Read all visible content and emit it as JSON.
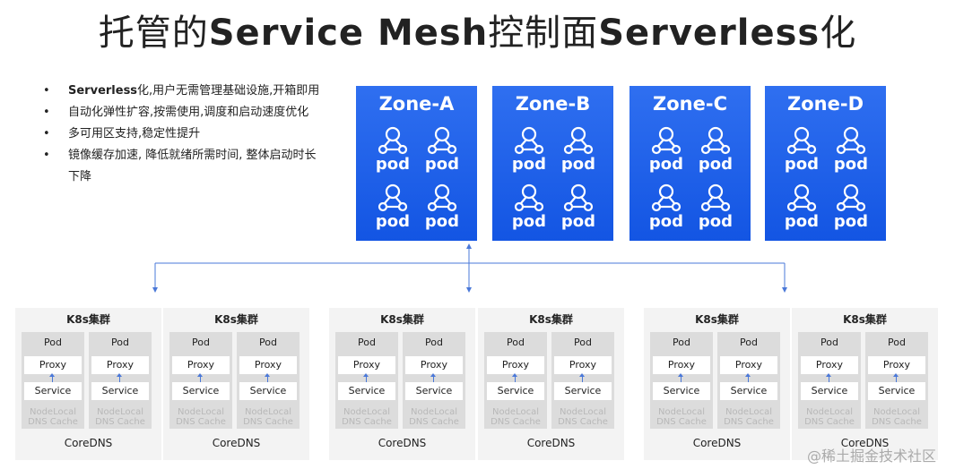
{
  "title": {
    "part1": "托管的",
    "part2": "Service Mesh",
    "part3": "控制面",
    "part4": "Serverless",
    "part5": "化"
  },
  "bullets": [
    {
      "bold": "Serverless",
      "text": "化,用户无需管理基础设施,开箱即用"
    },
    {
      "bold": "",
      "text": "自动化弹性扩容,按需使用,调度和启动速度优化"
    },
    {
      "bold": "",
      "text": "多可用区支持,稳定性提升"
    },
    {
      "bold": "",
      "text": "镜像缓存加速, 降低就绪所需时间, 整体启动时长下降"
    }
  ],
  "bullet_char": "•",
  "pod_label": "pod",
  "zones": [
    "Zone-A",
    "Zone-B",
    "Zone-C",
    "Zone-D"
  ],
  "cluster": {
    "title": "K8s集群",
    "pod": "Pod",
    "proxy": "Proxy",
    "service": "Service",
    "nodelocal_1": "NodeLocal",
    "nodelocal_2": "DNS Cache",
    "coredns": "CoreDNS"
  },
  "watermark": "@稀土掘金技术社区",
  "colors": {
    "zone_blue": "#1e5fe8",
    "arrow_blue": "#4a78d8",
    "cluster_bg": "#f3f3f3",
    "column_bg": "#dcdcdc"
  }
}
